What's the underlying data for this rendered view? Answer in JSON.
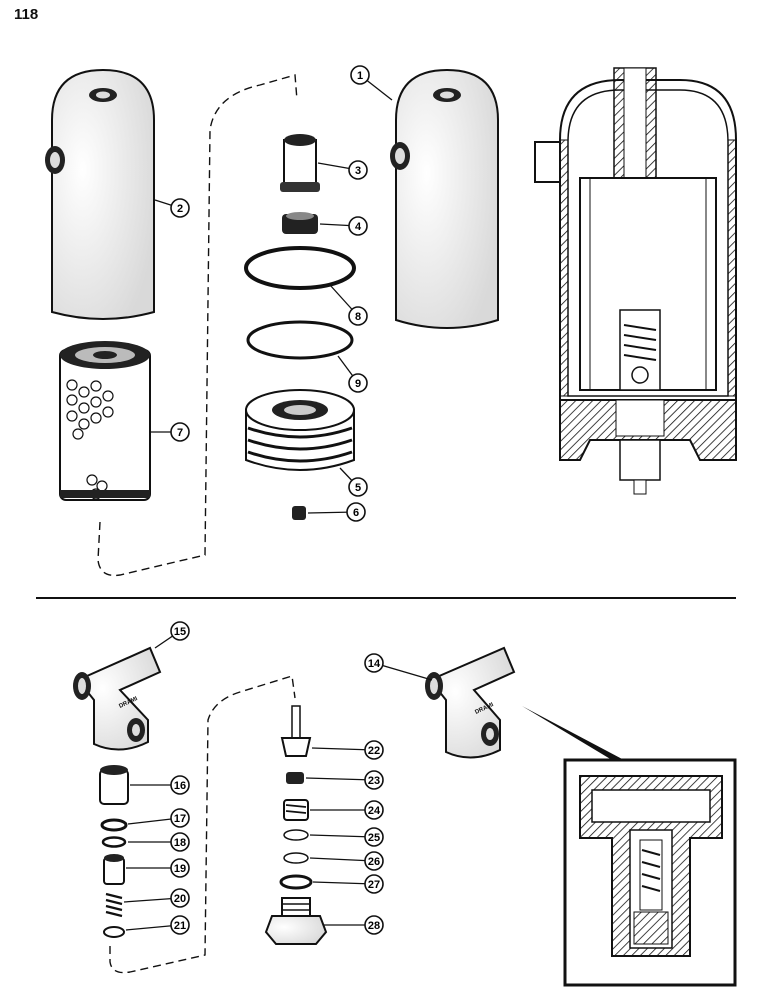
{
  "page_number": "118",
  "callouts": [
    "1",
    "2",
    "3",
    "4",
    "5",
    "6",
    "7",
    "8",
    "9",
    "14",
    "15",
    "16",
    "17",
    "18",
    "19",
    "20",
    "21",
    "22",
    "23",
    "24",
    "25",
    "26",
    "27",
    "28"
  ],
  "casting_lettering": "DRAMI",
  "colors": {
    "ink": "#111111",
    "paper": "#ffffff",
    "hatch": "#333333"
  }
}
